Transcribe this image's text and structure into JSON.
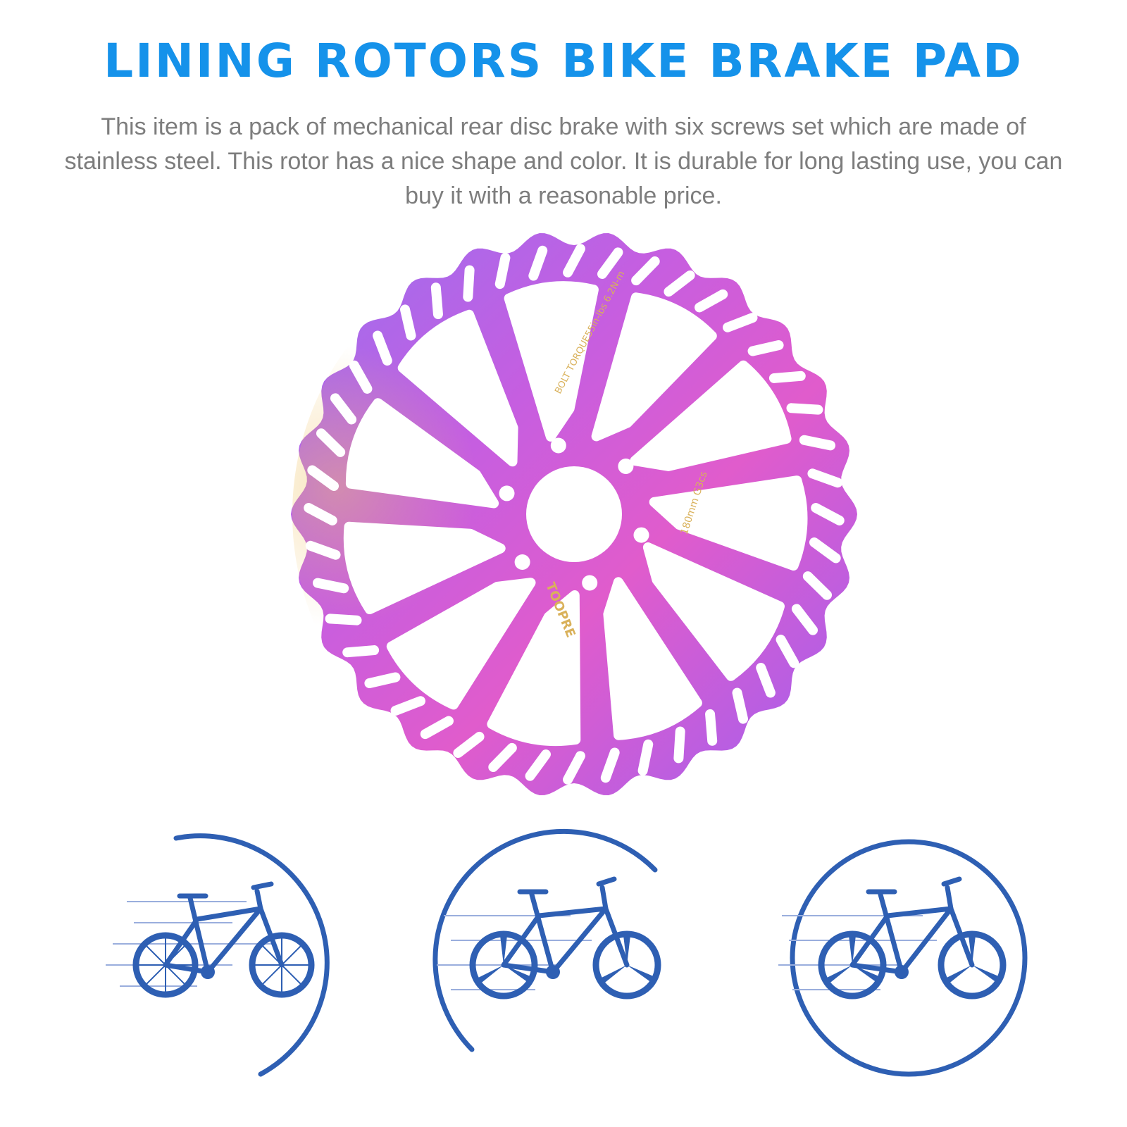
{
  "title": "LINING ROTORS BIKE BRAKE PAD",
  "description": "This item is a pack of mechanical rear disc brake with six screws set which are made of stainless steel. This rotor has a nice shape and color. It is durable for long lasting use, you can buy it with a reasonable price.",
  "rotor": {
    "engraving_torque": "BOLT TORQUE55in-lbs 6.2N-m",
    "engraving_size": "180mm G3cs",
    "engraving_brand": "TOOPRE"
  },
  "colors": {
    "title": "#1592ea",
    "description": "#7d7d7d",
    "rotor_purple": "#b45ee0",
    "rotor_pink": "#dc5fd6",
    "icon_blue": "#2e5fb3"
  },
  "icons": [
    {
      "name": "bike-spoked-wheels-icon"
    },
    {
      "name": "bike-trispoke-wheels-icon"
    },
    {
      "name": "bike-trispoke-wheels-ring-icon"
    }
  ]
}
